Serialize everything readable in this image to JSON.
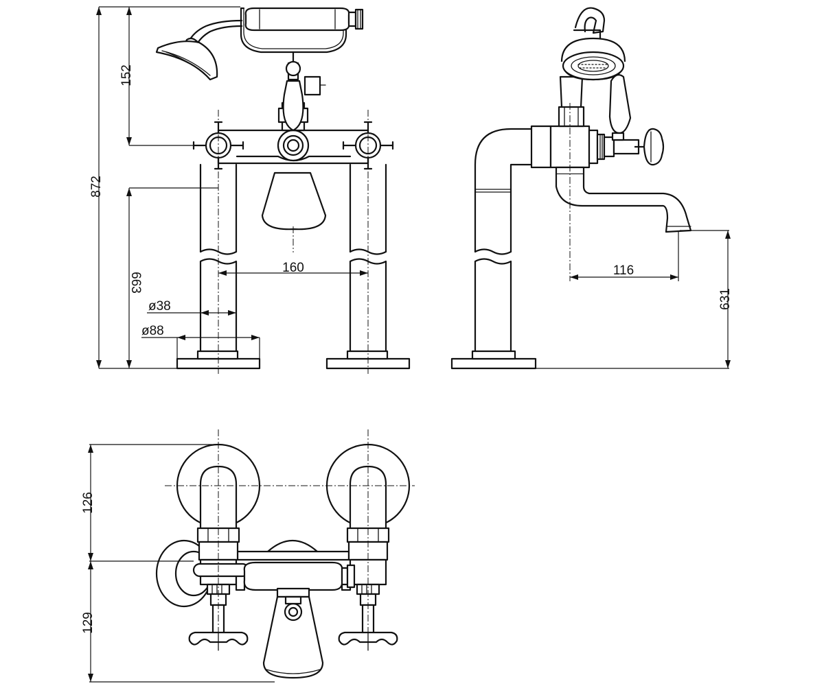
{
  "dimensions": {
    "overall_height": "872",
    "handset_height": "152",
    "leg_height": "663",
    "leg_spacing": "160",
    "leg_diameter": "ø38",
    "base_diameter": "ø88",
    "spout_reach": "116",
    "spout_height": "631",
    "top_depth_back": "126",
    "top_depth_front": "129"
  },
  "icons": [
    "cross-handle-icon",
    "lever-handle-icon",
    "shower-head-icon",
    "spout-icon",
    "base-plate-icon"
  ]
}
